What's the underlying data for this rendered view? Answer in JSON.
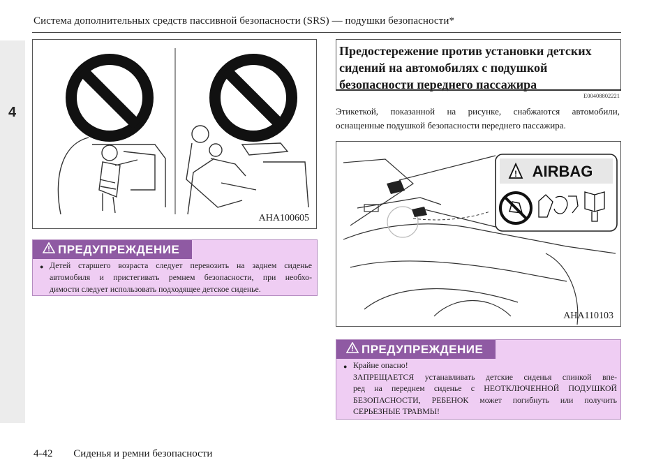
{
  "header": {
    "title": "Система дополнительных средств пассивной безопасности (SRS) — подушки безопасности*"
  },
  "sidebar": {
    "chapter_number": "4"
  },
  "figure_left": {
    "code": "AHA100605"
  },
  "warning_left": {
    "heading": "ПРЕДУПРЕЖДЕНИЕ",
    "lines": [
      "Детей старшего возраста следует перевозить на заднем сиденье",
      "автомобиля и пристегивать ремнем безопасности, при необхо-",
      "димости следует использовать подходящее детское сиденье."
    ]
  },
  "section": {
    "title_lines": [
      "Предостережение против установки детских",
      "сидений на автомобилях с подушкой",
      "безопасности переднего пассажира"
    ],
    "code": "E00408802221",
    "paragraph_lines": [
      "Этикеткой, показанной на рисунке, снабжаются автомобили,",
      "оснащенные подушкой безопасности переднего пассажира."
    ]
  },
  "figure_right": {
    "code": "AHA110103",
    "label_text": "AIRBAG",
    "warning_mark": "!"
  },
  "warning_right": {
    "heading": "ПРЕДУПРЕЖДЕНИЕ",
    "lines": [
      "Крайне опасно!",
      "ЗАПРЕЩАЕТСЯ устанавливать детские сиденья спинкой впе-",
      "ред на переднем сиденье с НЕОТКЛЮЧЕННОЙ ПОДУШКОЙ",
      "БЕЗОПАСНОСТИ, РЕБЕНОК может погибнуть или получить",
      "СЕРЬЕЗНЫЕ ТРАВМЫ!"
    ]
  },
  "footer": {
    "page_number": "4-42",
    "chapter_title": "Сиденья и ремни безопасности"
  },
  "colors": {
    "warning_header": "#8f5aa3",
    "warning_body": "#efcdf3",
    "sidebar": "#ececec"
  }
}
